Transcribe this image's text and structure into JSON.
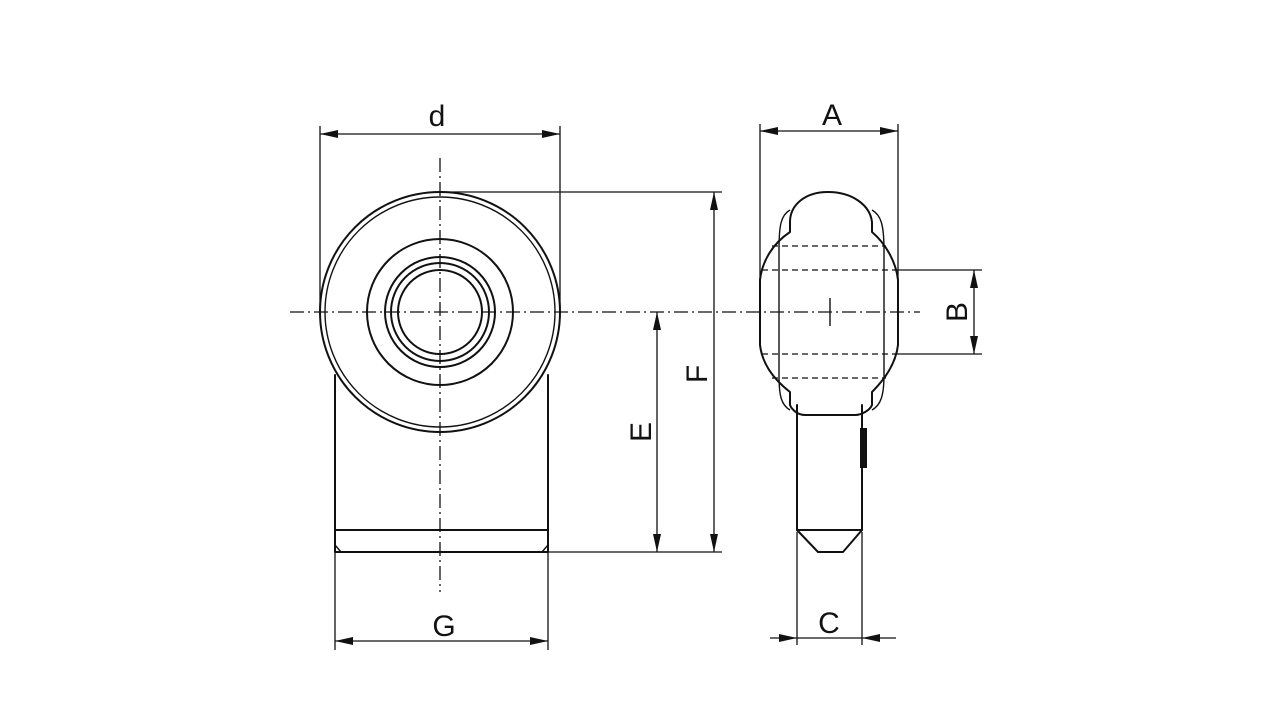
{
  "labels": {
    "d": "d",
    "A": "A",
    "B": "B",
    "C": "C",
    "E": "E",
    "F": "F",
    "G": "G"
  },
  "colors": {
    "line": "#111111",
    "background": "#ffffff"
  }
}
